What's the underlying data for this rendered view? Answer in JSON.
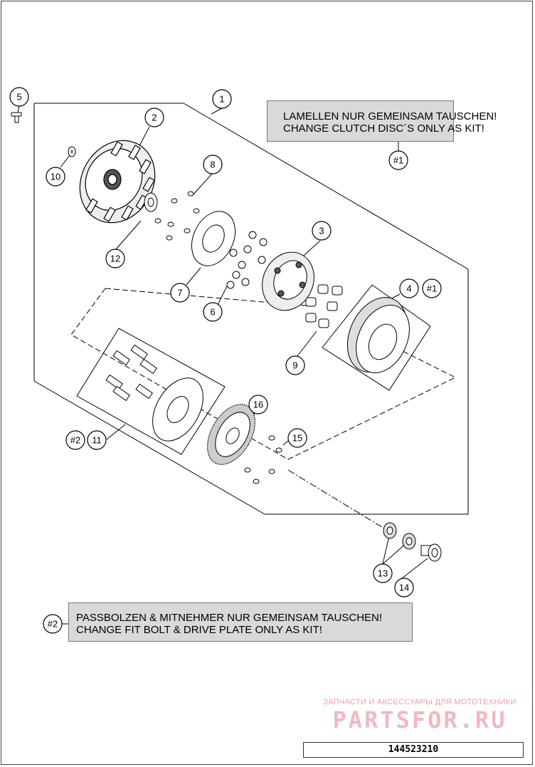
{
  "callouts": [
    {
      "id": "1",
      "label": "1"
    },
    {
      "id": "2",
      "label": "2"
    },
    {
      "id": "3",
      "label": "3"
    },
    {
      "id": "4",
      "label": "4"
    },
    {
      "id": "5",
      "label": "5"
    },
    {
      "id": "6",
      "label": "6"
    },
    {
      "id": "7",
      "label": "7"
    },
    {
      "id": "8",
      "label": "8"
    },
    {
      "id": "9",
      "label": "9"
    },
    {
      "id": "10",
      "label": "10"
    },
    {
      "id": "11",
      "label": "11"
    },
    {
      "id": "12",
      "label": "12"
    },
    {
      "id": "13",
      "label": "13"
    },
    {
      "id": "14",
      "label": "14"
    },
    {
      "id": "15",
      "label": "15"
    },
    {
      "id": "16",
      "label": "16"
    }
  ],
  "kit_markers": {
    "kit1_a": "#1",
    "kit1_b": "#1",
    "kit2_a": "#2",
    "kit2_b": "#2"
  },
  "note1": {
    "line1": "LAMELLEN NUR GEMEINSAM TAUSCHEN!",
    "line2": "CHANGE CLUTCH DISC´S ONLY AS KIT!"
  },
  "note2": {
    "line1": "PASSBOLZEN & MITNEHMER NUR GEMEINSAM TAUSCHEN!",
    "line2": "CHANGE FIT BOLT & DRIVE PLATE ONLY AS KIT!"
  },
  "watermark": {
    "small": "ЗАПЧАСТИ И АКСЕССУАРЫ ДЛЯ МОТОТЕХНИКИ",
    "big": "PARTSFOR.RU"
  },
  "doc_number": "144523210"
}
